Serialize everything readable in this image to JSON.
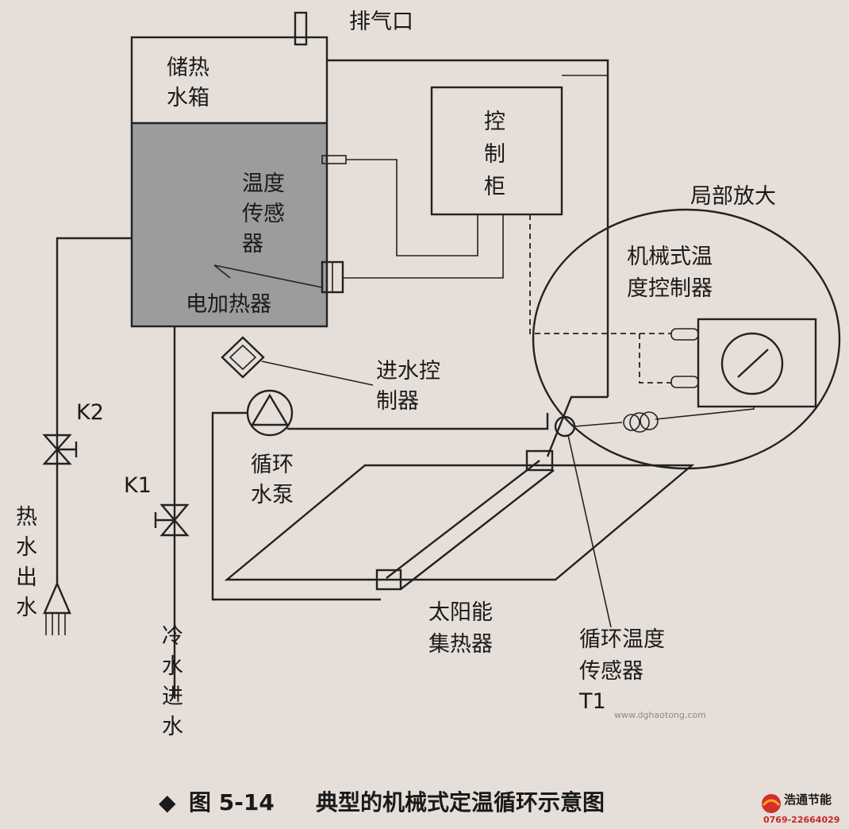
{
  "labels": {
    "vent": "排气口",
    "tank_line1": "储热",
    "tank_line2": "水箱",
    "sensor_line1": "温度",
    "sensor_line2": "传感",
    "sensor_line3": "器",
    "heater": "电加热器",
    "control_line1": "控",
    "control_line2": "制",
    "control_line3": "柜",
    "zoom": "局部放大",
    "mech_line1": "机械式温",
    "mech_line2": "度控制器",
    "inlet_ctrl_line1": "进水控",
    "inlet_ctrl_line2": "制器",
    "pump_line1": "循环",
    "pump_line2": "水泵",
    "k2": "K2",
    "k1": "K1",
    "hot_out_1": "热",
    "hot_out_2": "水",
    "hot_out_3": "出",
    "hot_out_4": "水",
    "cold_in_1": "冷",
    "cold_in_2": "水",
    "cold_in_3": "进",
    "cold_in_4": "水",
    "collector_line1": "太阳能",
    "collector_line2": "集热器",
    "circ_sensor_line1": "循环温度",
    "circ_sensor_line2": "传感器",
    "circ_sensor_line3": "T1"
  },
  "caption": {
    "symbol": "◆",
    "figure": "图 5-14",
    "title": "典型的机械式定温循环示意图"
  },
  "watermark": "www.dghaotong.com",
  "logo": {
    "name": "浩通节能",
    "phone": "0769-22664029"
  },
  "colors": {
    "background": "#e6ded8",
    "water": "#9c9c9c",
    "line": "#222222",
    "logo_red": "#d32f2f"
  }
}
